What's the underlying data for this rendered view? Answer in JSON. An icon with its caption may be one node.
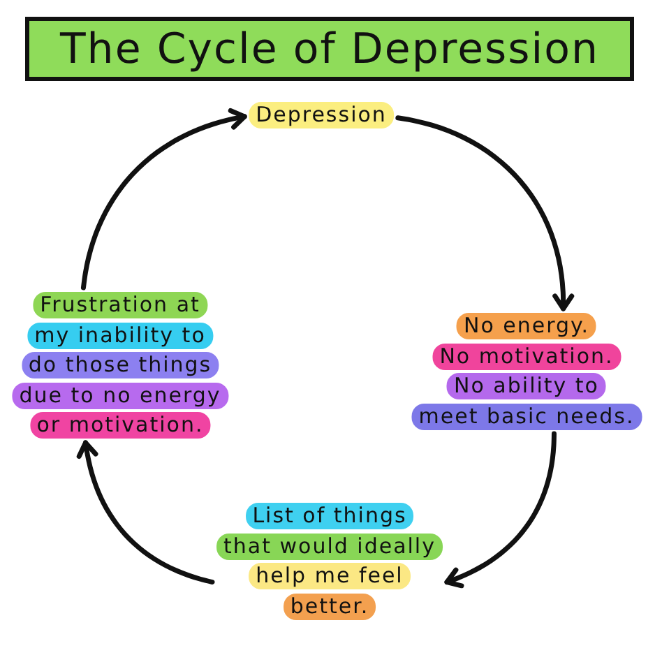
{
  "diagram": {
    "title": "The Cycle of Depression",
    "nodes": [
      {
        "text": [
          "Depression"
        ]
      },
      {
        "text": [
          "No energy. No motivation. No ability to meet basic needs."
        ]
      },
      {
        "text": [
          "List of things that would ideally help me feel better."
        ]
      },
      {
        "text": [
          "Frustration at my inability to do those things due to no energy or motivation."
        ]
      }
    ],
    "edges": [
      {
        "from": 0,
        "to": 1,
        "arrow": "to"
      },
      {
        "from": 1,
        "to": 2,
        "arrow": "to"
      },
      {
        "from": 2,
        "to": 3,
        "arrow": "to"
      },
      {
        "from": 3,
        "to": 0,
        "arrow": "to"
      }
    ]
  }
}
